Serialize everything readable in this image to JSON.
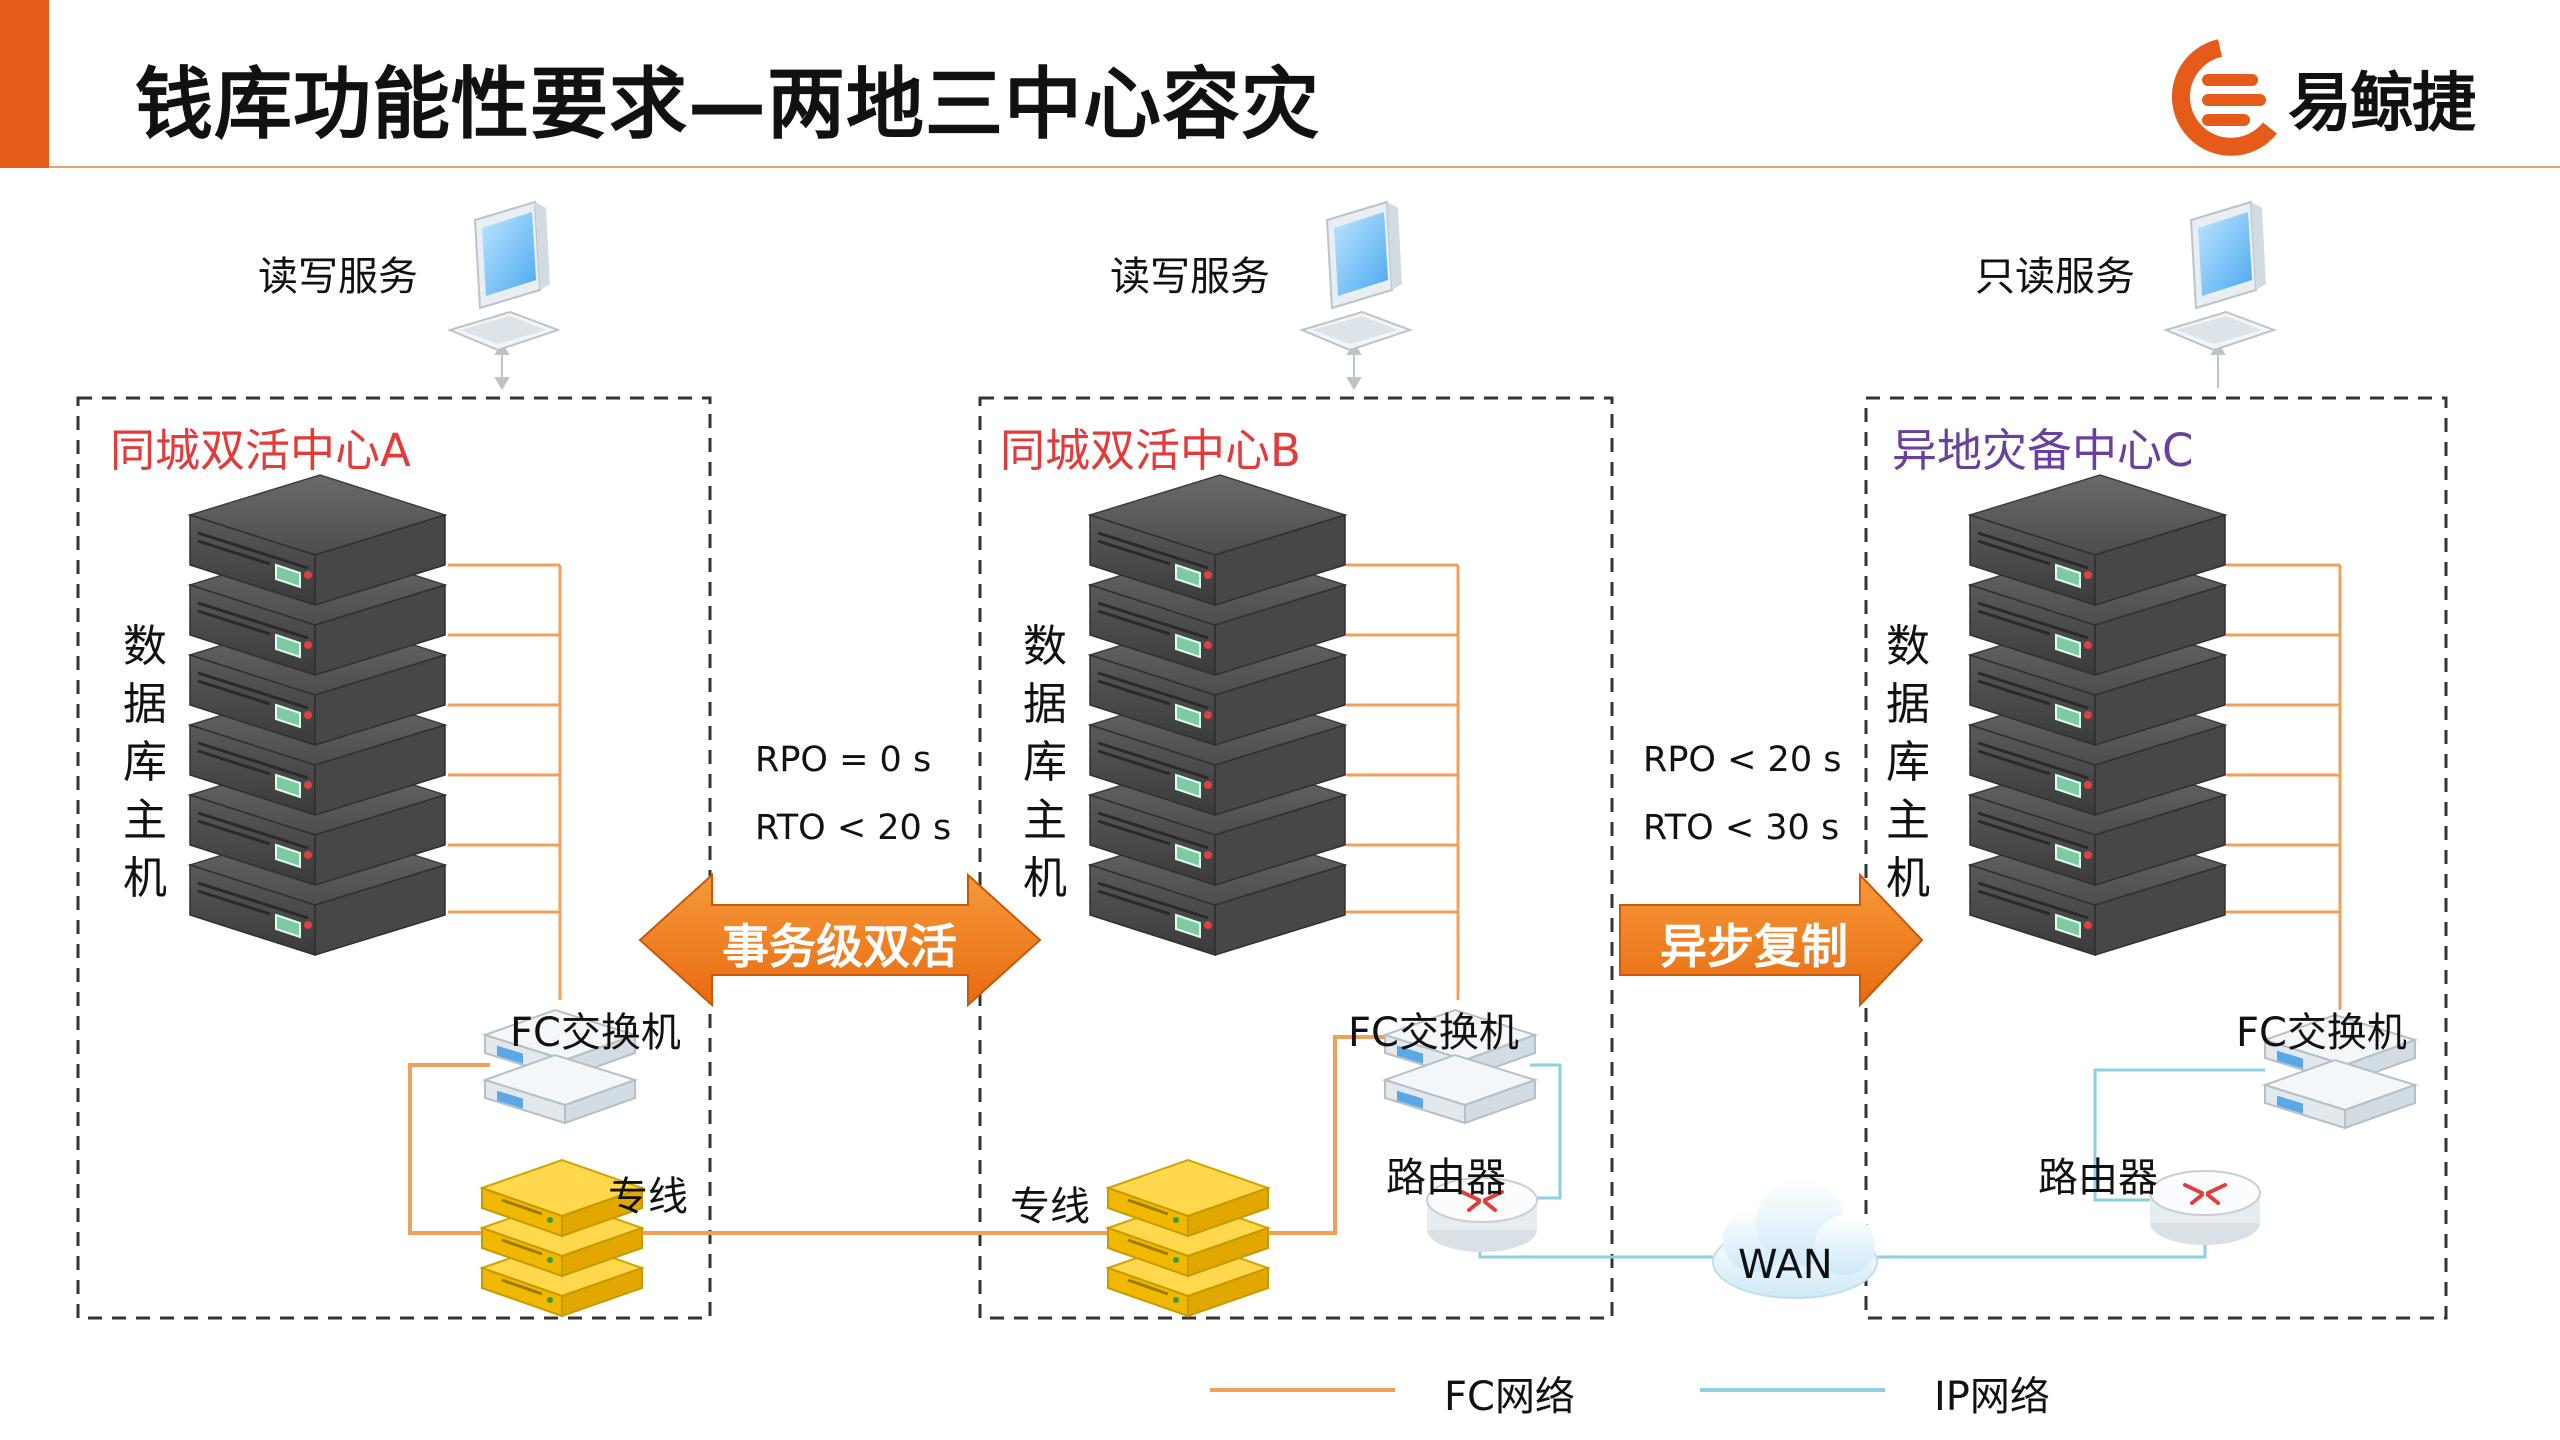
{
  "title": "钱库功能性要求—两地三中心容灾",
  "logo_text": "易鲸捷",
  "colors": {
    "accent": "#e55b1a",
    "fc_line": "#f0a05a",
    "ip_line": "#8ecfe0",
    "arrow": "#f07a1c",
    "center_a_b": "#e33a3a",
    "center_c": "#6b3fa0"
  },
  "centers": [
    {
      "id": "a",
      "title": "同城双活中心A",
      "service": "读写服务",
      "db_host": "数据库主机",
      "fc_switch": "FC交换机",
      "dedicated_line": "专线"
    },
    {
      "id": "b",
      "title": "同城双活中心B",
      "service": "读写服务",
      "db_host": "数据库主机",
      "fc_switch": "FC交换机",
      "dedicated_line": "专线",
      "router": "路由器"
    },
    {
      "id": "c",
      "title": "异地灾备中心C",
      "service": "只读服务",
      "db_host": "数据库主机",
      "fc_switch": "FC交换机",
      "router": "路由器"
    }
  ],
  "links": [
    {
      "id": "ab",
      "rpo": "RPO = 0  s",
      "rto": "RTO < 20 s",
      "label": "事务级双活",
      "direction": "both"
    },
    {
      "id": "bc",
      "rpo": "RPO < 20  s",
      "rto": "RTO < 30 s",
      "label": "异步复制",
      "direction": "right"
    }
  ],
  "wan": "WAN",
  "legend": [
    {
      "label": "FC网络",
      "color": "#f0a05a"
    },
    {
      "label": "IP网络",
      "color": "#8ecfe0"
    }
  ]
}
